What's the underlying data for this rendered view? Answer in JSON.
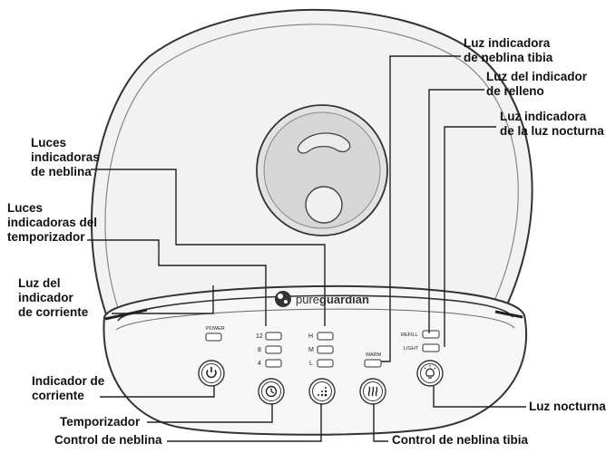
{
  "brand": {
    "prefix": "pure",
    "suffix": "guardian"
  },
  "panel": {
    "power_label": "POWER",
    "timer_labels": [
      "12",
      "8",
      "4"
    ],
    "mist_labels": [
      "H",
      "M",
      "L"
    ],
    "warm_label": "WARM",
    "refill_label": "REFILL",
    "light_label": "LIGHT"
  },
  "callouts": {
    "warm_mist_light": "Luz indicadora\nde neblina tibia",
    "refill_light": "Luz del indicador\nde relleno",
    "night_light_indicator": "Luz indicadora\nde la luz nocturna",
    "mist_lights": "Luces\nindicadoras\nde neblina",
    "timer_lights": "Luces\nindicadoras del\ntemporizador",
    "power_light": "Luz del\nindicador\nde corriente",
    "power_indicator": "Indicador de\ncorriente",
    "night_light": "Luz nocturna",
    "timer": "Temporizador",
    "mist_control": "Control de neblina",
    "warm_mist_control": "Control de neblina tibia"
  }
}
